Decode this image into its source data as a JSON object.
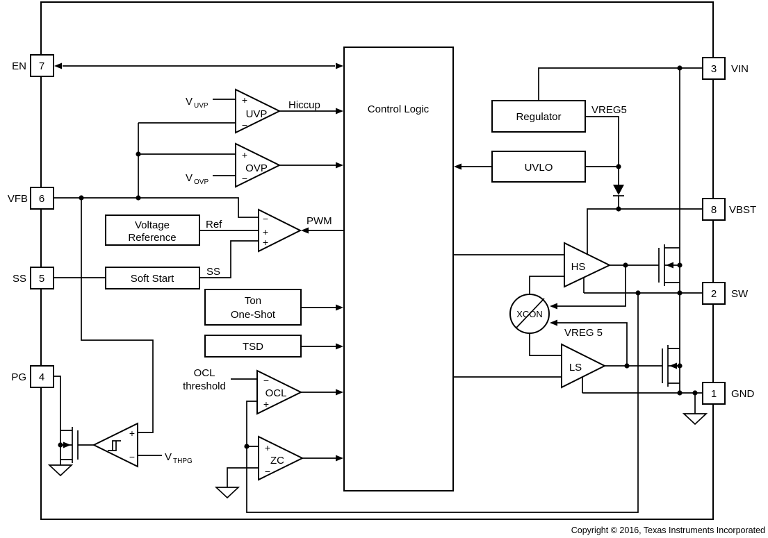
{
  "copyright": "Copyright © 2016, Texas Instruments Incorporated",
  "colors": {
    "line": "#000000",
    "background": "#ffffff",
    "text": "#000000"
  },
  "sym": {
    "plus": "+",
    "minus": "−"
  },
  "pins": {
    "p7": {
      "num": "7",
      "label": "EN"
    },
    "p6": {
      "num": "6",
      "label": "VFB"
    },
    "p5": {
      "num": "5",
      "label": "SS"
    },
    "p4": {
      "num": "4",
      "label": "PG"
    },
    "p3": {
      "num": "3",
      "label": "VIN"
    },
    "p8": {
      "num": "8",
      "label": "VBST"
    },
    "p2": {
      "num": "2",
      "label": "SW"
    },
    "p1": {
      "num": "1",
      "label": "GND"
    }
  },
  "blocks": {
    "control_logic": "Control Logic",
    "voltage_reference": {
      "line1": "Voltage",
      "line2": "Reference"
    },
    "soft_start": "Soft Start",
    "ton_one_shot": {
      "line1": "Ton",
      "line2": "One-Shot"
    },
    "tsd": "TSD",
    "regulator": "Regulator",
    "uvlo": "UVLO"
  },
  "comparators": {
    "uvp": "UVP",
    "ovp": "OVP",
    "ocl": "OCL",
    "zc": "ZC"
  },
  "drivers": {
    "hs": "HS",
    "ls": "LS",
    "xcon": "XCON"
  },
  "labels": {
    "hiccup": "Hiccup",
    "pwm": "PWM",
    "ref": "Ref",
    "ss": "SS",
    "vreg5": "VREG5",
    "vreg5_ls": "VREG 5",
    "ocl_threshold": {
      "line1": "OCL",
      "line2": "threshold"
    },
    "v_base": "V",
    "v_uvp_sub": "UVP",
    "v_ovp_sub": "OVP",
    "v_thpg_sub": "THPG"
  }
}
